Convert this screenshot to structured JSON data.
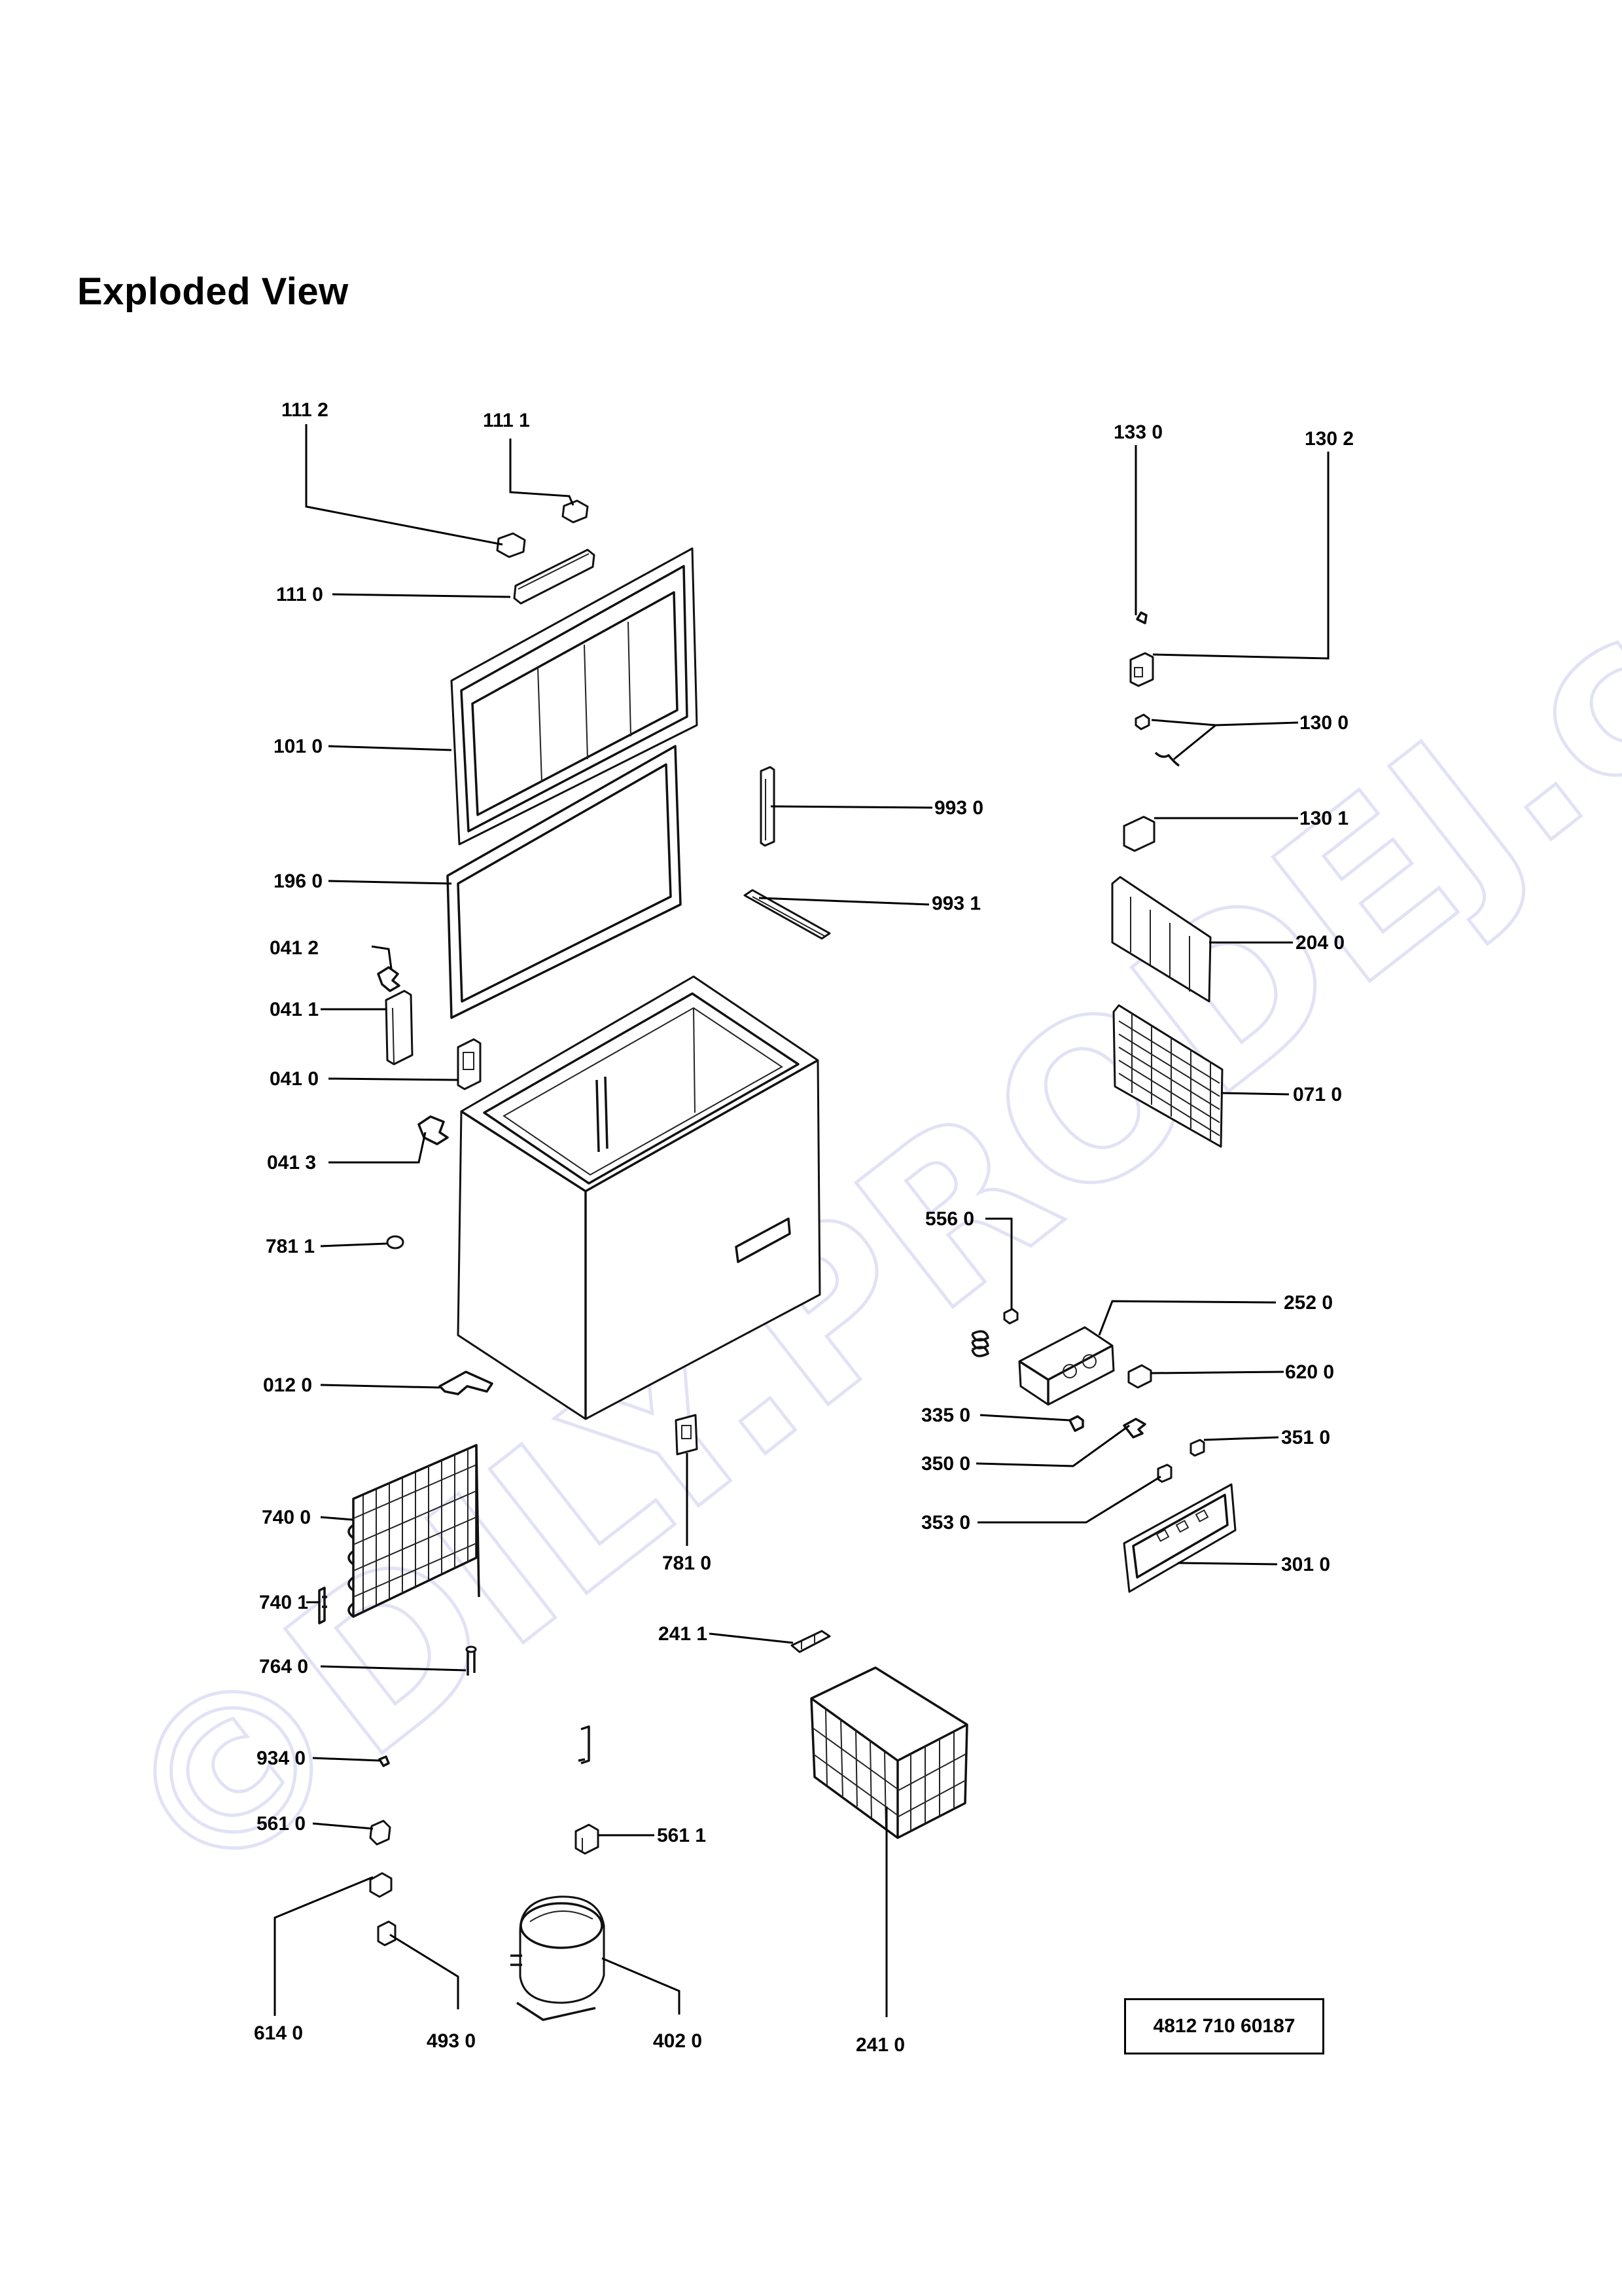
{
  "title": "Exploded View",
  "doc_number": "4812 710 60187",
  "watermark": "©DILY.PRODEJ.cz",
  "colors": {
    "ink": "#000000",
    "watermark": "#e2e2f6",
    "paper": "#ffffff"
  },
  "labels": {
    "l1112": "111 2",
    "l1111": "111 1",
    "l1110": "111 0",
    "l1010": "101 0",
    "l1960": "196 0",
    "l0412": "041 2",
    "l0411": "041 1",
    "l0410": "041 0",
    "l0413": "041 3",
    "l7811": "781 1",
    "l0120": "012 0",
    "l7400": "740 0",
    "l7401": "740 1",
    "l7640": "764 0",
    "l9340": "934 0",
    "l5610": "561 0",
    "l6140": "614 0",
    "l4930": "493 0",
    "l4020": "402 0",
    "l5611": "561 1",
    "l7810": "781 0",
    "l2411": "241 1",
    "l2410": "241 0",
    "l9930": "993 0",
    "l9931": "993 1",
    "l1330": "133 0",
    "l1302": "130 2",
    "l1300": "130 0",
    "l1301": "130 1",
    "l2040": "204 0",
    "l0710": "071 0",
    "l5560": "556 0",
    "l2520": "252 0",
    "l6200": "620 0",
    "l3350": "335 0",
    "l3500": "350 0",
    "l3510": "351 0",
    "l3530": "353 0",
    "l3010": "301 0"
  }
}
